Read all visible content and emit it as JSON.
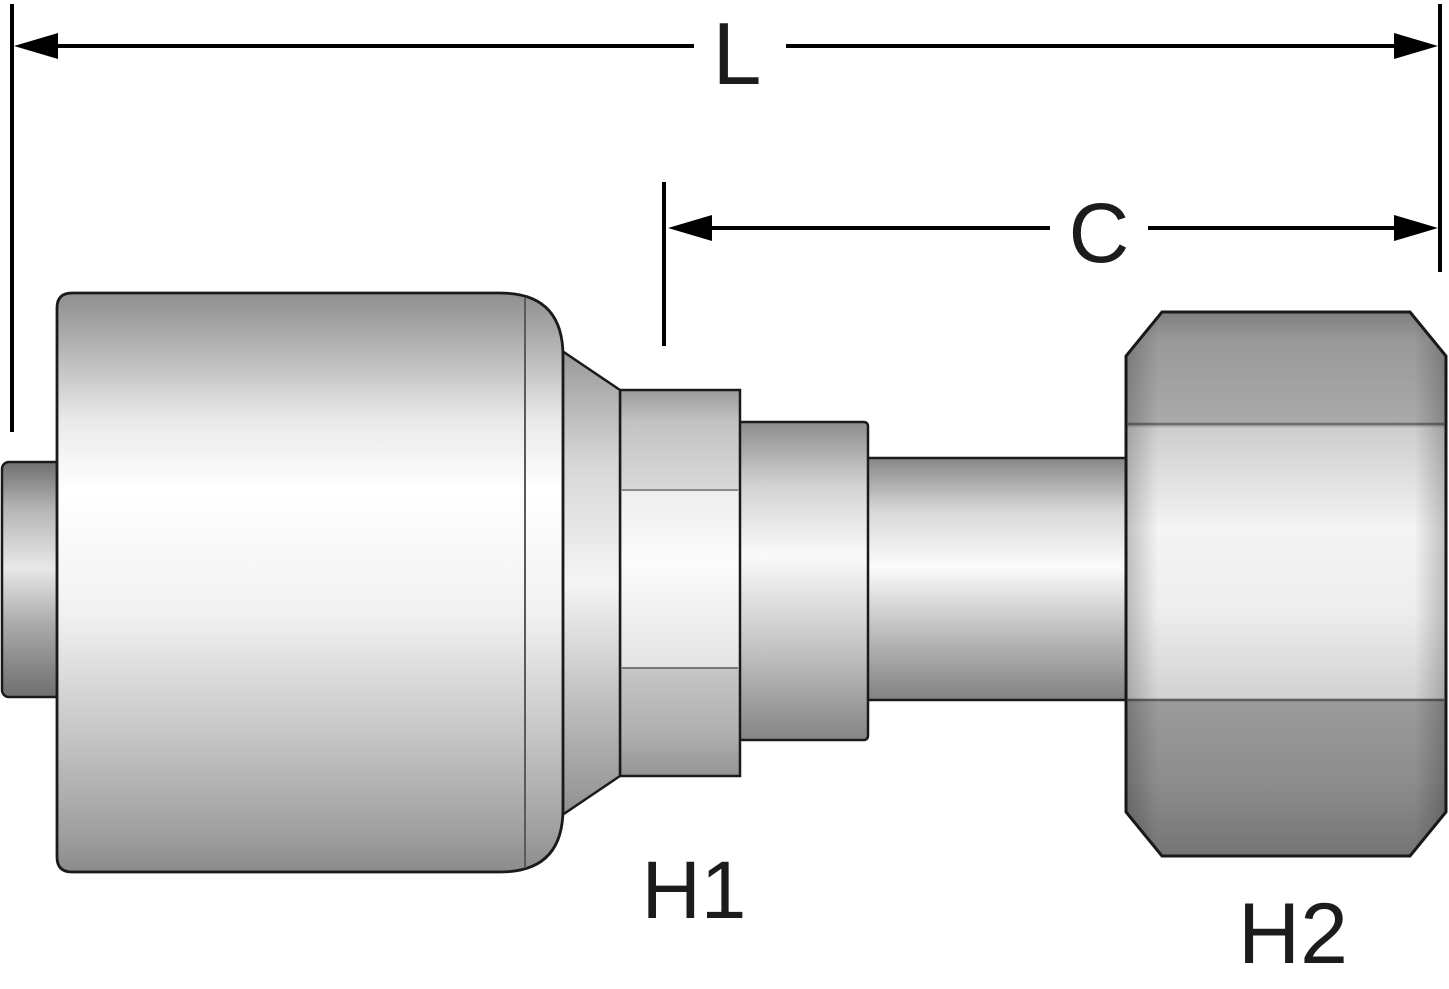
{
  "diagram": {
    "type": "technical-dimension-drawing",
    "subject": "hydraulic hose crimp fitting with female swivel nut",
    "labels": {
      "overall_length": "L",
      "cutoff_length": "C",
      "hex1": "H1",
      "hex2": "H2"
    },
    "colors": {
      "background": "#ffffff",
      "outline": "#1a1a1a",
      "dimension_line": "#000000",
      "label_text": "#1c1c1c",
      "metal_highlight": "#ffffff",
      "metal_mid": "#c8c8c8",
      "metal_dark": "#8a8a8a"
    }
  }
}
